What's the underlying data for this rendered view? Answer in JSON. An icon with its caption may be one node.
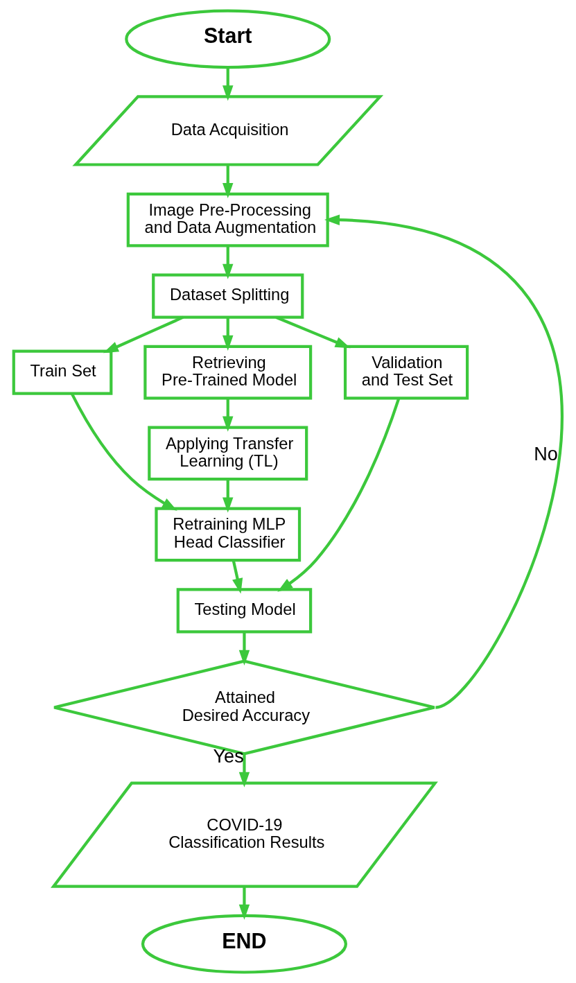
{
  "diagram": {
    "nodes": [
      {
        "text": [
          "Start"
        ]
      },
      {
        "text": [
          "Data Acquisition"
        ]
      },
      {
        "text": [
          "Image Pre-Processing and Data Augmentation"
        ]
      },
      {
        "text": [
          "Dataset Splitting"
        ]
      },
      {
        "text": [
          "Train Set"
        ]
      },
      {
        "text": [
          "Retrieving Pre-Trained Model"
        ]
      },
      {
        "text": [
          "Validation and Test Set"
        ]
      },
      {
        "text": [
          "Applying Transfer Learning (TL)"
        ]
      },
      {
        "text": [
          "Retraining MLP Head Classifier"
        ]
      },
      {
        "text": [
          "Testing Model"
        ]
      },
      {
        "text": [
          "Attained Desired Accuracy"
        ]
      },
      {
        "text": [
          "COVID-19 Classification Results"
        ]
      },
      {
        "text": [
          "END"
        ]
      }
    ],
    "edges": [
      {
        "from": 0,
        "to": 1,
        "arrow": "to"
      },
      {
        "from": 1,
        "to": 2,
        "arrow": "to"
      },
      {
        "from": 2,
        "to": 3,
        "arrow": "to"
      },
      {
        "from": 3,
        "to": 4,
        "arrow": "to"
      },
      {
        "from": 3,
        "to": 5,
        "arrow": "to"
      },
      {
        "from": 3,
        "to": 6,
        "arrow": "to"
      },
      {
        "from": 5,
        "to": 7,
        "arrow": "to"
      },
      {
        "from": 7,
        "to": 8,
        "arrow": "to"
      },
      {
        "from": 4,
        "to": 8,
        "arrow": "to"
      },
      {
        "from": 8,
        "to": 9,
        "arrow": "to"
      },
      {
        "from": 6,
        "to": 9,
        "arrow": "to"
      },
      {
        "from": 9,
        "to": 10,
        "arrow": "to"
      },
      {
        "from": 10,
        "to": 2,
        "arrow": "to",
        "label": "No"
      },
      {
        "from": 10,
        "to": 11,
        "arrow": "to",
        "label": "Yes"
      },
      {
        "from": 11,
        "to": 12,
        "arrow": "to"
      }
    ]
  }
}
